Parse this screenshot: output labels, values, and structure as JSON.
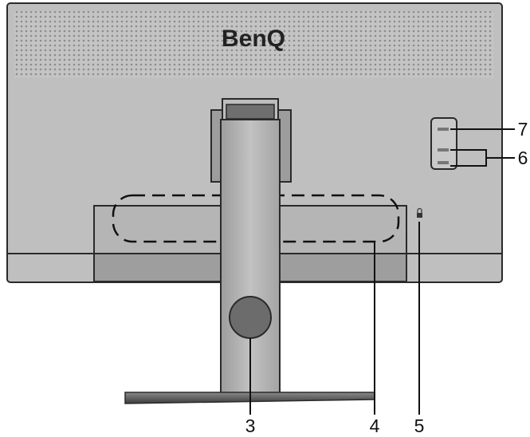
{
  "brand_logo": "BenQ",
  "callouts": [
    {
      "id": "3",
      "label": "3"
    },
    {
      "id": "4",
      "label": "4"
    },
    {
      "id": "5",
      "label": "5"
    },
    {
      "id": "6",
      "label": "6"
    },
    {
      "id": "7",
      "label": "7"
    }
  ],
  "colors": {
    "monitor_back": "#bfbfbf",
    "monitor_outline": "#2a2a2a",
    "stand_neck": "#b2b2b2",
    "io_panel": "#c9c9c9",
    "stand_base": "#5a5a5a",
    "callout_line": "#111111"
  },
  "icons": [
    "lock-icon",
    "cable-hole-icon",
    "ventilation-grille-icon"
  ]
}
